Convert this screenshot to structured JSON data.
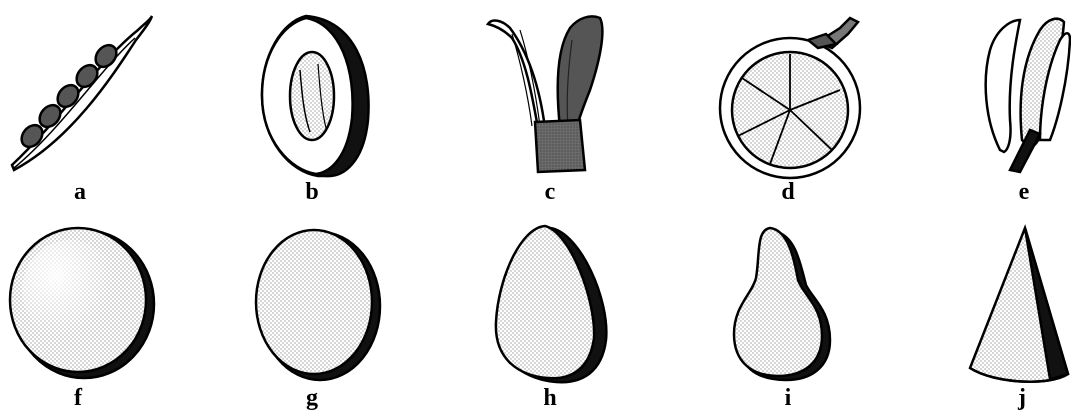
{
  "figures": [
    {
      "id": "a",
      "label": "a"
    },
    {
      "id": "b",
      "label": "b"
    },
    {
      "id": "c",
      "label": "c"
    },
    {
      "id": "d",
      "label": "d"
    },
    {
      "id": "e",
      "label": "e"
    },
    {
      "id": "f",
      "label": "f"
    },
    {
      "id": "g",
      "label": "g"
    },
    {
      "id": "h",
      "label": "h"
    },
    {
      "id": "i",
      "label": "i"
    },
    {
      "id": "j",
      "label": "j"
    }
  ],
  "colors": {
    "ink": "#000000",
    "fill_dark": "#555555",
    "fill_light": "#e8e8e8",
    "paper": "#ffffff"
  }
}
